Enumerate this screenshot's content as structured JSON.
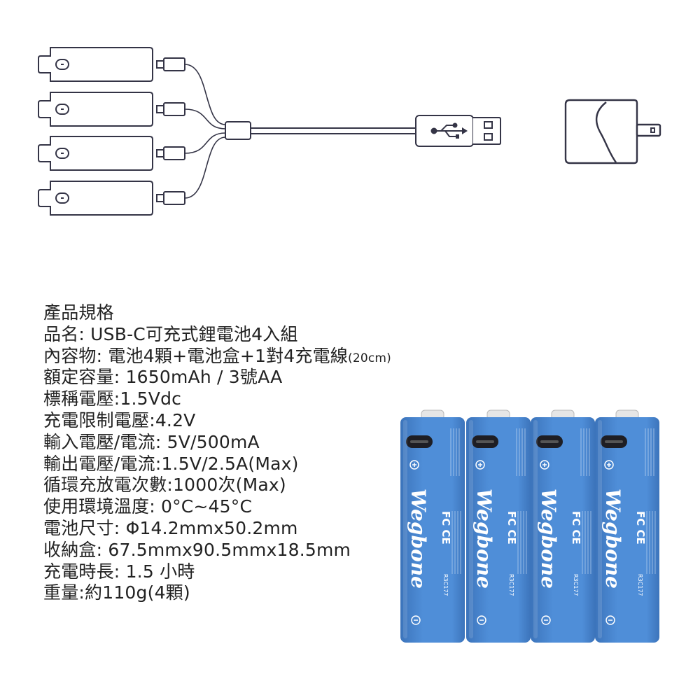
{
  "colors": {
    "line": "#343446",
    "battery_blue": "#4f8ed8",
    "battery_blue_dark": "#3c74bb",
    "battery_cap": "#e6e6e6",
    "battery_print": "#ffffff",
    "text": "#222222"
  },
  "icons": {
    "battery_cell": "battery-outline-icon",
    "usb_c_port": "usb-c-port-icon",
    "usb_a_plug": "usb-a-plug-icon",
    "usb_symbol": "usb-trident-icon",
    "wall_adapter": "power-adapter-icon"
  },
  "specs": {
    "heading": "產品規格",
    "rows": [
      {
        "text": "品名: USB-C可充式鋰電池4入組",
        "note": ""
      },
      {
        "text": "內容物: 電池4顆+電池盒+1對4充電線",
        "note": "(20cm)"
      },
      {
        "text": "額定容量: 1650mAh / 3號AA",
        "note": ""
      },
      {
        "text": "標稱電壓:1.5Vdc",
        "note": ""
      },
      {
        "text": "充電限制電壓:4.2V",
        "note": ""
      },
      {
        "text": "輸入電壓/電流: 5V/500mA",
        "note": ""
      },
      {
        "text": "輸出電壓/電流:1.5V/2.5A(Max)",
        "note": ""
      },
      {
        "text": "循環充放電次數:1000次(Max)",
        "note": ""
      },
      {
        "text": "使用環境溫度: 0°C~45°C",
        "note": ""
      },
      {
        "text": "電池尺寸: Φ14.2mmx50.2mm",
        "note": ""
      },
      {
        "text": "收納盒: 67.5mmx90.5mmx18.5mm",
        "note": ""
      },
      {
        "text": "充電時長: 1.5 小時",
        "note": ""
      },
      {
        "text": "重量:約110g(4顆)",
        "note": ""
      }
    ]
  },
  "battery": {
    "brand": "Wegbone",
    "marks": "FC CE",
    "cert": "R3C177",
    "count": 4
  }
}
